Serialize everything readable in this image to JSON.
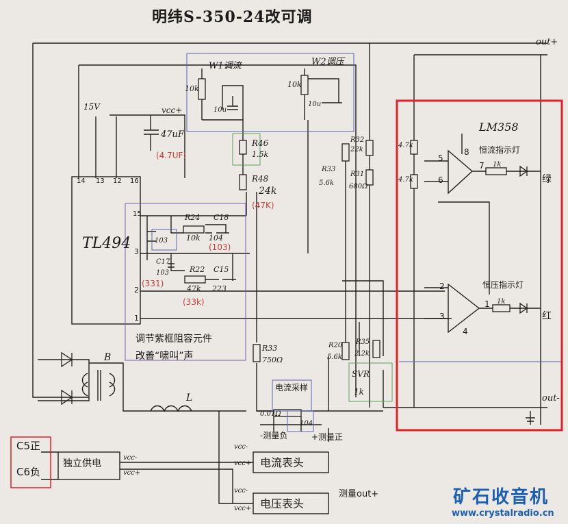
{
  "title": "明纬S-350-24改可调",
  "output": {
    "pos": "out+",
    "neg": "out-"
  },
  "pots": {
    "w1": "W1调流",
    "w2": "W2调压",
    "w1_val": "10k",
    "w2_val": "10k",
    "w1_cap": "10u",
    "w2_cap": "10u"
  },
  "supply": {
    "v15": "15V",
    "vcc": "vcc+",
    "cap": "47uF",
    "cap_new": "(4.7UF)"
  },
  "r46": {
    "name": "R46",
    "value": "1.5k"
  },
  "r48": {
    "name": "R48",
    "value": "24k",
    "new_value": "(47K)"
  },
  "tl494": {
    "name": "TL494",
    "pins": [
      "14",
      "13",
      "12",
      "16",
      "15",
      "3",
      "2",
      "1"
    ]
  },
  "comp_network": {
    "c_top": "103",
    "r24": "R24",
    "r24_val": "10k",
    "c18": "C18",
    "c18_val": "104",
    "c18_new": "(103)",
    "c17": "C17",
    "c17_val": "103",
    "c17_new": "(331)",
    "r22": "R22",
    "r22_val": "47k",
    "r22_new": "(33k)",
    "c15": "C15",
    "c15_val": "223"
  },
  "note": {
    "line1": "调节紫框阻容元件",
    "line2": "改善“啸叫”声"
  },
  "right_divider": {
    "r32": "R32",
    "r32_val": "22k",
    "r33": "R33",
    "r33_val": "5.6k",
    "r31": "R31",
    "r31_val": "680Ω"
  },
  "lower": {
    "r35": "R35",
    "r35_val": "2.2k",
    "r20": "R20",
    "r20_val": "5.6k",
    "svr": "SVR",
    "svr_val": "1k",
    "r33b": "R33",
    "r33b_val": "750Ω",
    "transformer": "B",
    "inductor": "L",
    "shunt": "电流采样",
    "shunt_val": "0.01Ω",
    "shunt_cap": "104"
  },
  "lm358": {
    "name": "LM358",
    "r_top": "4.7k",
    "r_bot": "4.7k",
    "pin5": "5",
    "pin6": "6",
    "pin8": "8",
    "pin7": "7",
    "pin2": "2",
    "pin3": "3",
    "pin1": "1",
    "pin4": "4",
    "cc_label": "恒流指示灯",
    "cv_label": "恒压指示灯",
    "r_led1": "1k",
    "r_led2": "1k",
    "green": "绿",
    "red": "红"
  },
  "meters": {
    "neg_label": "-测量负",
    "pos_label": "+测量正",
    "current_meter": "电流表头",
    "voltage_meter": "电压表头",
    "measure_out": "测量out+",
    "vcc_neg": "vcc-",
    "vcc_pos": "vcc+"
  },
  "aux_supply": {
    "c5": "C5正",
    "c6": "C6负",
    "label": "独立供电"
  },
  "watermark": {
    "brand": "矿石收音机",
    "url": "www.crystalradio.cn"
  },
  "colors": {
    "purple": "#7a5fb0",
    "blue": "#5a63b0",
    "green": "#5aa35a",
    "red": "#e0202a",
    "annot": "#c8403a",
    "ink": "#1a1a1a"
  }
}
